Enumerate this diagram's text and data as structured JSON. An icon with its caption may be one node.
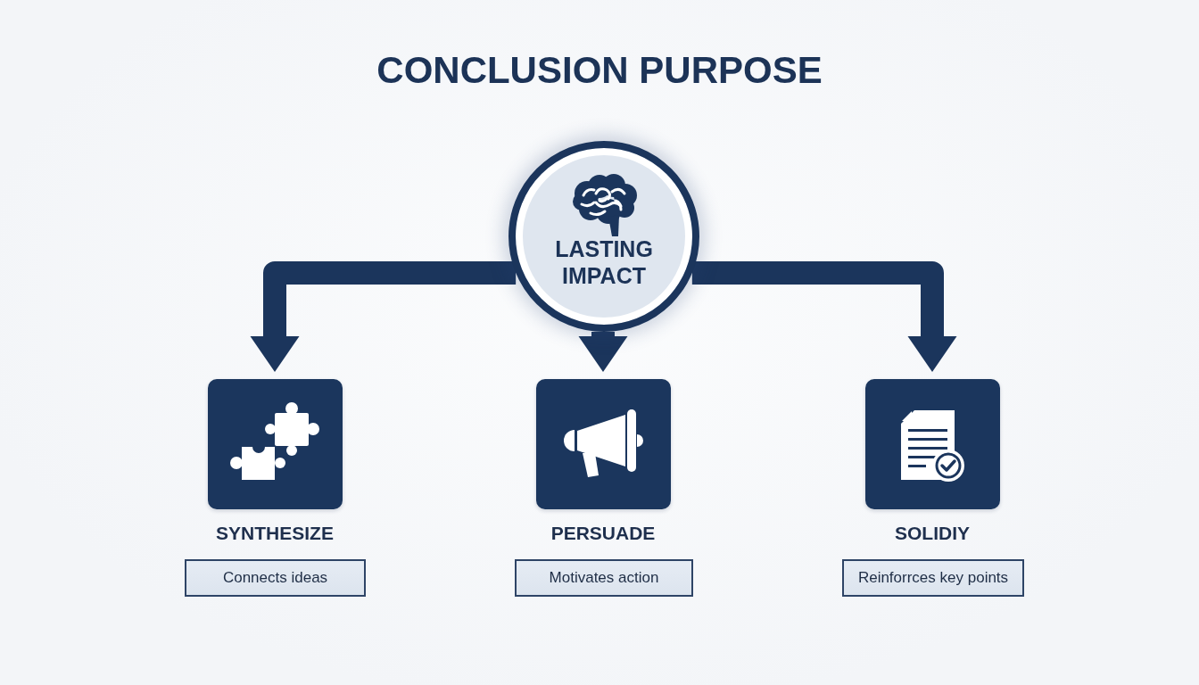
{
  "diagram": {
    "title": "CONCLUSION PURPOSE",
    "nodes": [
      {
        "text": [
          "LASTING IMPACT"
        ]
      },
      {
        "text": [
          "SYNTHESIZE"
        ]
      },
      {
        "text": [
          "Connects ideas"
        ]
      },
      {
        "text": [
          "PERSUADE"
        ]
      },
      {
        "text": [
          "Motivates action"
        ]
      },
      {
        "text": [
          "SOLIDIY"
        ]
      },
      {
        "text": [
          "Reinforrces key points"
        ]
      }
    ],
    "edges": [
      {
        "from": 0,
        "to": 1,
        "arrow": "to"
      },
      {
        "from": 0,
        "to": 3,
        "arrow": "to"
      },
      {
        "from": 0,
        "to": 5,
        "arrow": "to"
      }
    ]
  }
}
